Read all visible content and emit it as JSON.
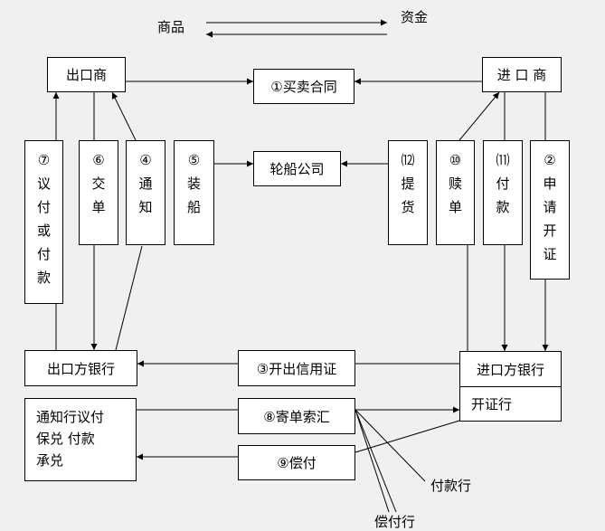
{
  "legend": {
    "goods": "商品",
    "funds": "资金"
  },
  "boxes": {
    "exporter": "出口商",
    "importer": "进 口 商",
    "contract": "①买卖合同",
    "shipping_company": "轮船公司",
    "exporter_bank": "出口方银行",
    "letter_of_credit": "③开出信用证",
    "importer_bank": "进口方银行",
    "issuing_bank": "开证行",
    "send_docs": "⑧寄单索汇",
    "reimburse": "⑨偿付",
    "advising_bank": "通知行议付\n保兑   付款\n承兑"
  },
  "steps": [
    {
      "num": "⑦",
      "chars": [
        "议",
        "付",
        "或",
        "付",
        "款"
      ]
    },
    {
      "num": "⑥",
      "chars": [
        "交",
        "单"
      ]
    },
    {
      "num": "④",
      "chars": [
        "通",
        "知"
      ]
    },
    {
      "num": "⑤",
      "chars": [
        "装",
        "船"
      ]
    },
    {
      "num": "⑿",
      "chars": [
        "提",
        "货"
      ]
    },
    {
      "num": "⑩",
      "chars": [
        "赎",
        "单"
      ]
    },
    {
      "num": "⑾",
      "chars": [
        "付",
        "款"
      ]
    },
    {
      "num": "②",
      "chars": [
        "申",
        "请",
        "开",
        "证"
      ]
    }
  ],
  "labels": {
    "paying_bank": "付款行",
    "reimbursing_bank": "偿付行"
  }
}
